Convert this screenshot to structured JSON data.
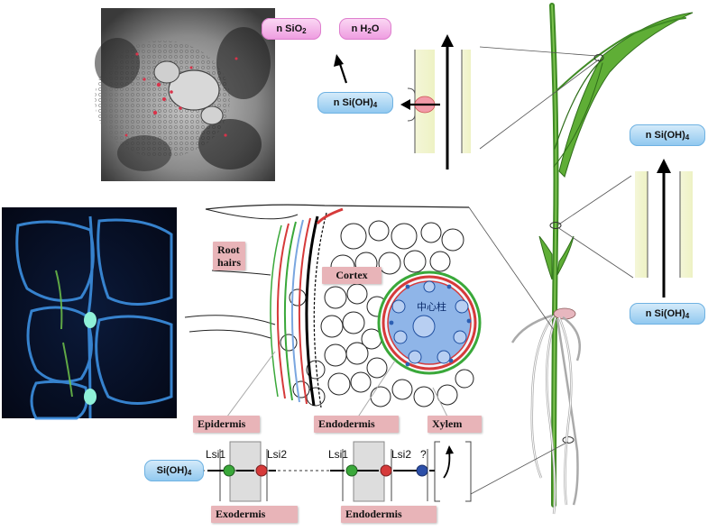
{
  "chem_labels": {
    "sio2": {
      "base": "n SiO",
      "sub": "2"
    },
    "h2o": {
      "base": "n H",
      "sub": "2",
      "tail": "O"
    },
    "sioh4_top": {
      "base": "n Si(OH)",
      "sub": "4"
    },
    "sioh4_right_top": {
      "base": "n Si(OH)",
      "sub": "4"
    },
    "sioh4_right_bottom": {
      "base": "n Si(OH)",
      "sub": "4"
    },
    "sioh4_bottom": {
      "base": "Si(OH)",
      "sub": "4"
    }
  },
  "tissue_labels": {
    "root_hairs_1": "Root",
    "root_hairs_2": "hairs",
    "cortex": "Cortex",
    "stele": "中心柱",
    "epidermis": "Epidermis",
    "endodermis_top": "Endodermis",
    "xylem": "Xylem",
    "exodermis": "Exodermis",
    "endodermis_bottom": "Endodermis"
  },
  "transporters": {
    "lsi1_a": "Lsi1",
    "lsi2_a": "Lsi2",
    "lsi1_b": "Lsi1",
    "lsi2_b": "Lsi2",
    "unknown": "?"
  },
  "colors": {
    "plant_green": "#4e9a2c",
    "plant_dark": "#2f6d1a",
    "label_pink": "#e8b4b8",
    "si_blue": "#8ec7ef",
    "si_magenta": "#ee9be0",
    "ring_red": "#d63a3a",
    "ring_green": "#3aa83a",
    "ring_blue": "#7aa6e0",
    "stele_fill": "#8fb5e8"
  }
}
